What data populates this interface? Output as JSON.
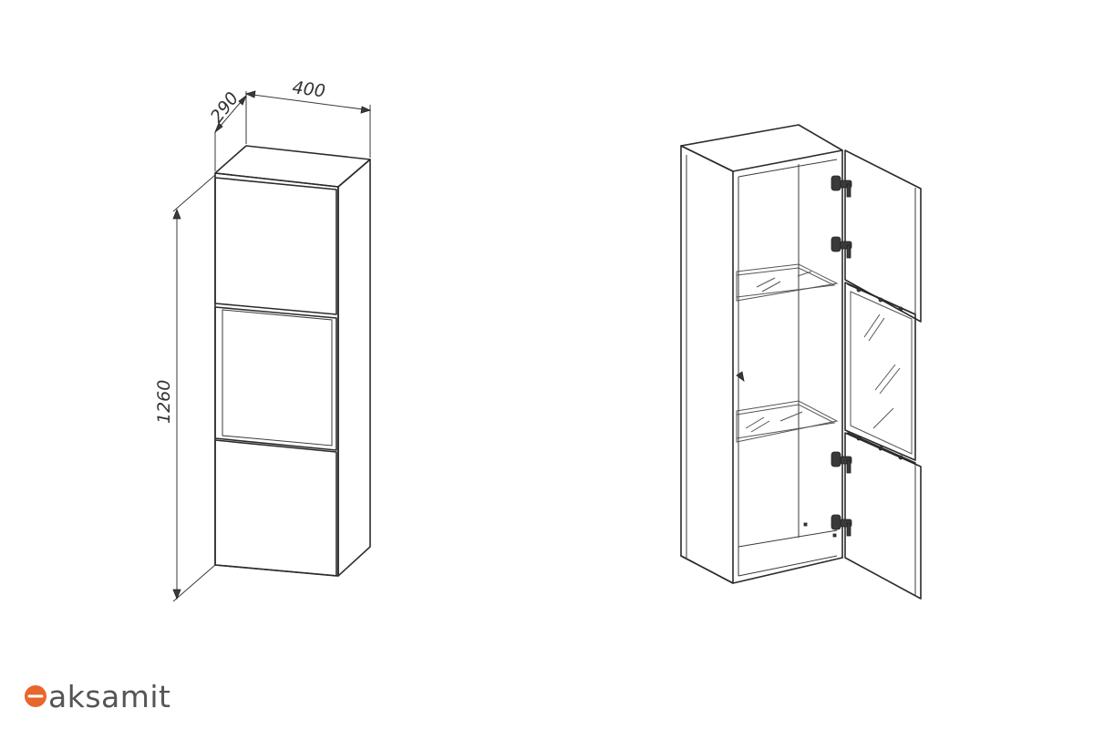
{
  "dimensions": {
    "depth": "290",
    "width": "400",
    "height": "1260"
  },
  "brand": {
    "name": "aksamit",
    "accent_color": "#e8662c",
    "text_color": "#555555"
  }
}
